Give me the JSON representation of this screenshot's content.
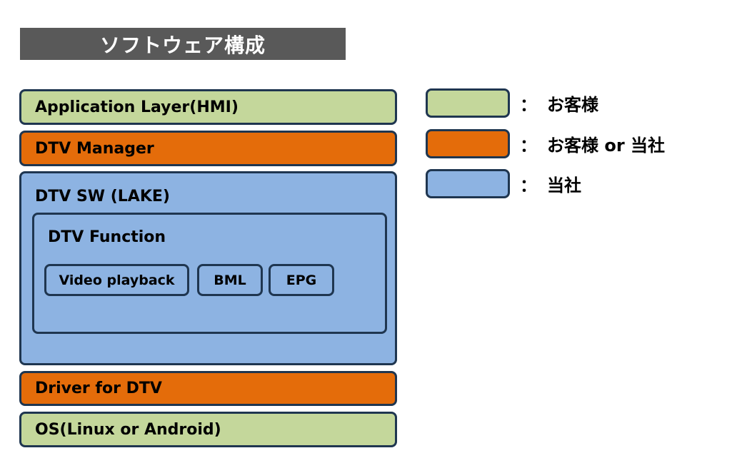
{
  "title": "ソフトウェア構成",
  "colors": {
    "customer": "#c4d79b",
    "customer_or_company": "#e46c0a",
    "company": "#8db3e2",
    "border": "#1f3650",
    "title_bg": "#595959"
  },
  "layers": {
    "application": "Application Layer(HMI)",
    "manager": "DTV Manager",
    "sw": "DTV SW (LAKE)",
    "function": "DTV Function",
    "driver": "Driver for DTV",
    "os": "OS(Linux or Android)"
  },
  "modules": [
    "Video playback",
    "BML",
    "EPG"
  ],
  "legend": {
    "separator": "：",
    "items": [
      {
        "label": "お客様",
        "color": "#c4d79b"
      },
      {
        "label": "お客様 or 当社",
        "color": "#e46c0a"
      },
      {
        "label": "当社",
        "color": "#8db3e2"
      }
    ]
  }
}
